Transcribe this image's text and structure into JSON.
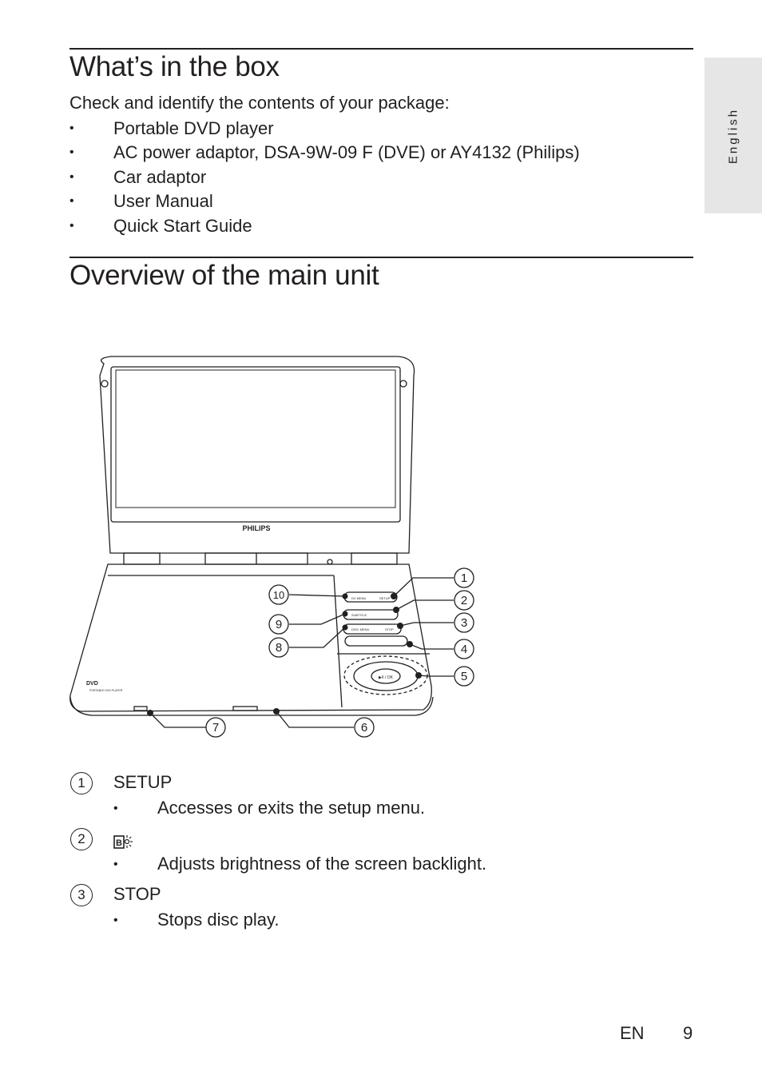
{
  "language_tab": "English",
  "section1": {
    "title": "What’s in the box",
    "intro": "Check and identify the contents of your package:",
    "items": [
      "Portable DVD player",
      "AC power adaptor, DSA-9W-09 F (DVE) or AY4132 (Philips)",
      "Car adaptor",
      "User Manual",
      "Quick Start Guide"
    ]
  },
  "section2": {
    "title": "Overview of the main unit",
    "brand": "PHILIPS",
    "callouts": [
      "1",
      "2",
      "3",
      "4",
      "5",
      "6",
      "7",
      "8",
      "9",
      "10"
    ],
    "panel_labels": {
      "dvd_menu": "DV MENU",
      "setup": "SETUP",
      "subtitle": "SUBTITLE",
      "disc_menu": "DISC MENU",
      "stop": "STOP",
      "play_ok": "▶II / OK",
      "dvd_logo": "DVD",
      "portable": "PORTABLE DVD PLAYER"
    }
  },
  "items": [
    {
      "num": "1",
      "title": "SETUP",
      "desc": "Accesses or exits the setup menu."
    },
    {
      "num": "2",
      "title": "",
      "icon": "brightness-icon",
      "desc": "Adjusts brightness of the screen backlight."
    },
    {
      "num": "3",
      "title": "STOP",
      "desc": "Stops disc play."
    }
  ],
  "bullet": "•",
  "footer": {
    "lang": "EN",
    "page": "9"
  }
}
